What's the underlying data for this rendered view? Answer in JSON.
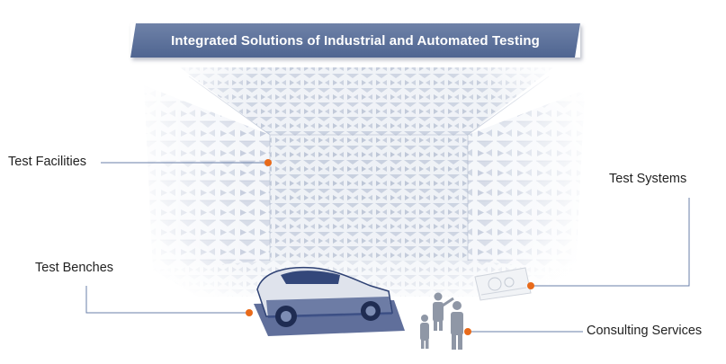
{
  "title": "Integrated Solutions of Industrial and Automated Testing",
  "labels": {
    "test_facilities": "Test Facilities",
    "test_systems": "Test Systems",
    "test_benches": "Test Benches",
    "consulting_services": "Consulting Services"
  },
  "colors": {
    "banner": "#5a6f9a",
    "connector": "#6a7fa8",
    "marker": "#e86a1a",
    "wedge": "#c6cede",
    "car": "#33477a"
  },
  "icons": {
    "chamber": "anechoic-chamber-illustration",
    "car": "sports-car-illustration",
    "people": "business-people-illustration",
    "system": "test-system-illustration"
  }
}
